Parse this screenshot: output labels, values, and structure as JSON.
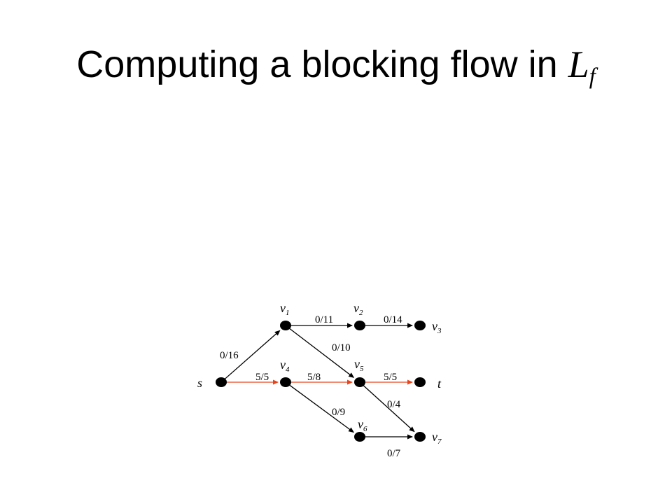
{
  "title": {
    "text": "Computing a blocking flow in ",
    "symbol_main": "L",
    "symbol_sub": "f"
  },
  "colors": {
    "flow_edge": "#e8441c",
    "edge": "#000000",
    "node": "#000000"
  },
  "graph": {
    "nodes": [
      {
        "id": "s",
        "label": "s",
        "sub": ""
      },
      {
        "id": "v1",
        "label": "v",
        "sub": "1"
      },
      {
        "id": "v2",
        "label": "v",
        "sub": "2"
      },
      {
        "id": "v3",
        "label": "v",
        "sub": "3"
      },
      {
        "id": "v4",
        "label": "v",
        "sub": "4"
      },
      {
        "id": "v5",
        "label": "v",
        "sub": "5"
      },
      {
        "id": "t",
        "label": "t",
        "sub": ""
      },
      {
        "id": "v6",
        "label": "v",
        "sub": "6"
      },
      {
        "id": "v7",
        "label": "v",
        "sub": "7"
      }
    ],
    "edges": [
      {
        "from": "s",
        "to": "v1",
        "label": "0/16",
        "saturated_path": false
      },
      {
        "from": "s",
        "to": "v4",
        "label": "5/5",
        "saturated_path": true
      },
      {
        "from": "v1",
        "to": "v2",
        "label": "0/11",
        "saturated_path": false
      },
      {
        "from": "v1",
        "to": "v5",
        "label": "0/10",
        "saturated_path": false
      },
      {
        "from": "v2",
        "to": "v3",
        "label": "0/14",
        "saturated_path": false
      },
      {
        "from": "v4",
        "to": "v5",
        "label": "5/8",
        "saturated_path": true
      },
      {
        "from": "v4",
        "to": "v6",
        "label": "0/9",
        "saturated_path": false
      },
      {
        "from": "v5",
        "to": "t",
        "label": "5/5",
        "saturated_path": true
      },
      {
        "from": "v5",
        "to": "v7",
        "label": "0/4",
        "saturated_path": false
      },
      {
        "from": "v6",
        "to": "v7",
        "label": "0/7",
        "saturated_path": false
      }
    ]
  }
}
